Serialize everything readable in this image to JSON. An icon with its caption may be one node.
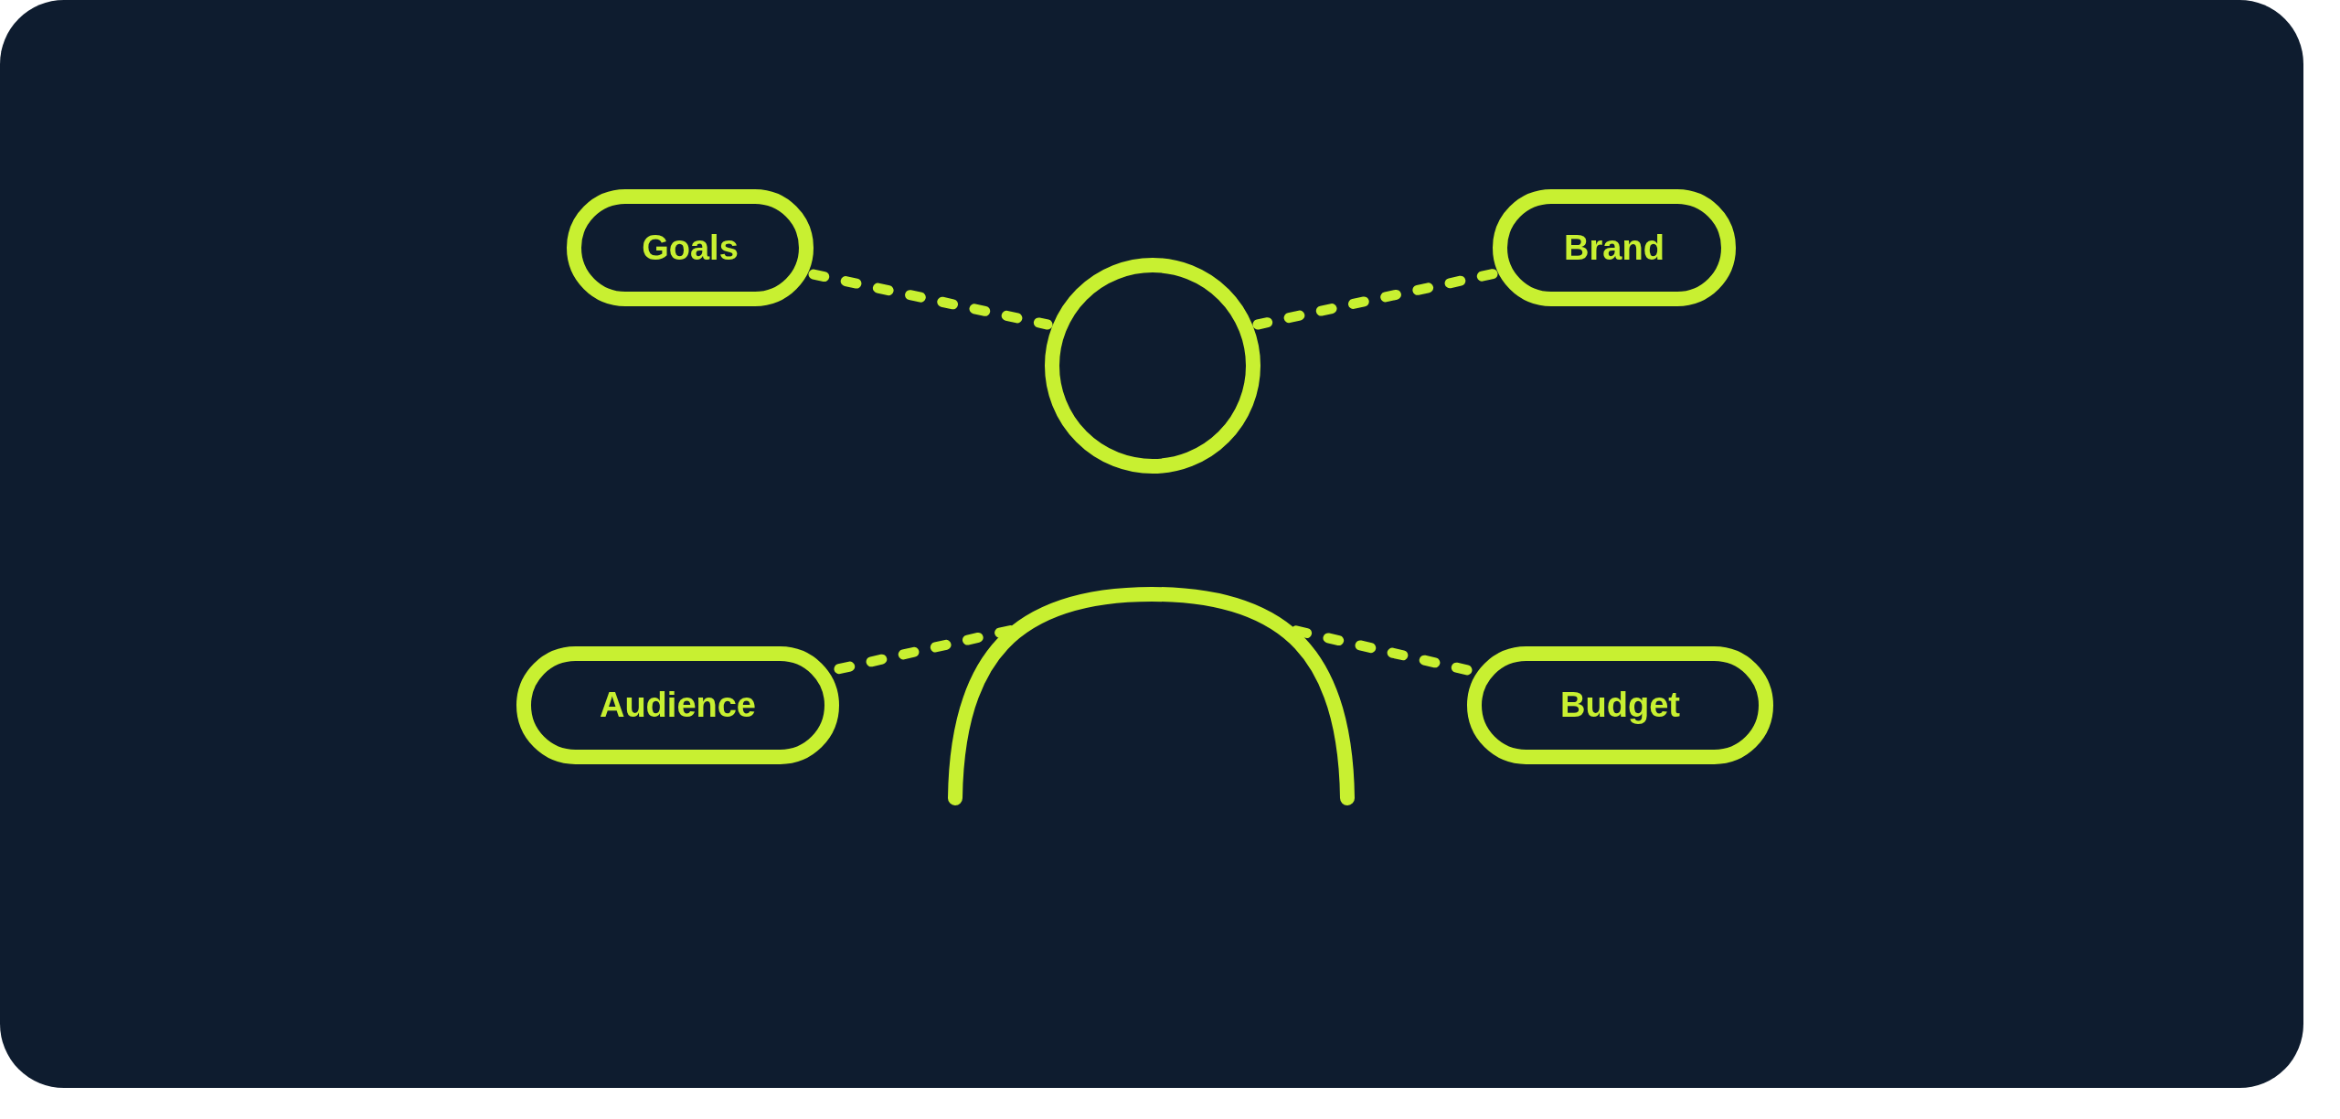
{
  "diagram": {
    "nodes": [
      {
        "text": [
          "Goals"
        ]
      },
      {
        "text": [
          "Brand"
        ]
      },
      {
        "text": [
          "Audience"
        ]
      },
      {
        "text": [
          "Budget"
        ]
      },
      {
        "text": [],
        "shape": "person"
      }
    ],
    "edges": [
      {
        "from": 0,
        "to": 4,
        "arrow": "none",
        "style": "dashed"
      },
      {
        "from": 1,
        "to": 4,
        "arrow": "none",
        "style": "dashed"
      },
      {
        "from": 2,
        "to": 4,
        "arrow": "none",
        "style": "dashed"
      },
      {
        "from": 3,
        "to": 4,
        "arrow": "none",
        "style": "dashed"
      }
    ]
  }
}
